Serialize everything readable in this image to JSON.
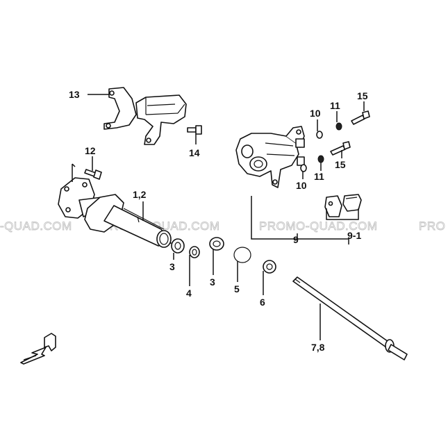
{
  "watermark": {
    "segments": [
      "-QUAD.COM",
      "PROMO-QUAD.COM",
      "PROMO-QUAD.COM",
      "PRO"
    ]
  },
  "callouts": {
    "c13": "13",
    "c14": "14",
    "c12": "12",
    "c1_2": "1,2",
    "c10_top": "10",
    "c11_top": "11",
    "c15_top": "15",
    "c15_bottom": "15",
    "c11_bottom": "11",
    "c10_bottom": "10",
    "c9_1": "9-1",
    "c9": "9",
    "c3_left": "3",
    "c4": "4",
    "c3_right": "3",
    "c5": "5",
    "c6": "6",
    "c7_8": "7,8"
  },
  "icons": {
    "front_direction": "front-direction-arrow-icon"
  }
}
